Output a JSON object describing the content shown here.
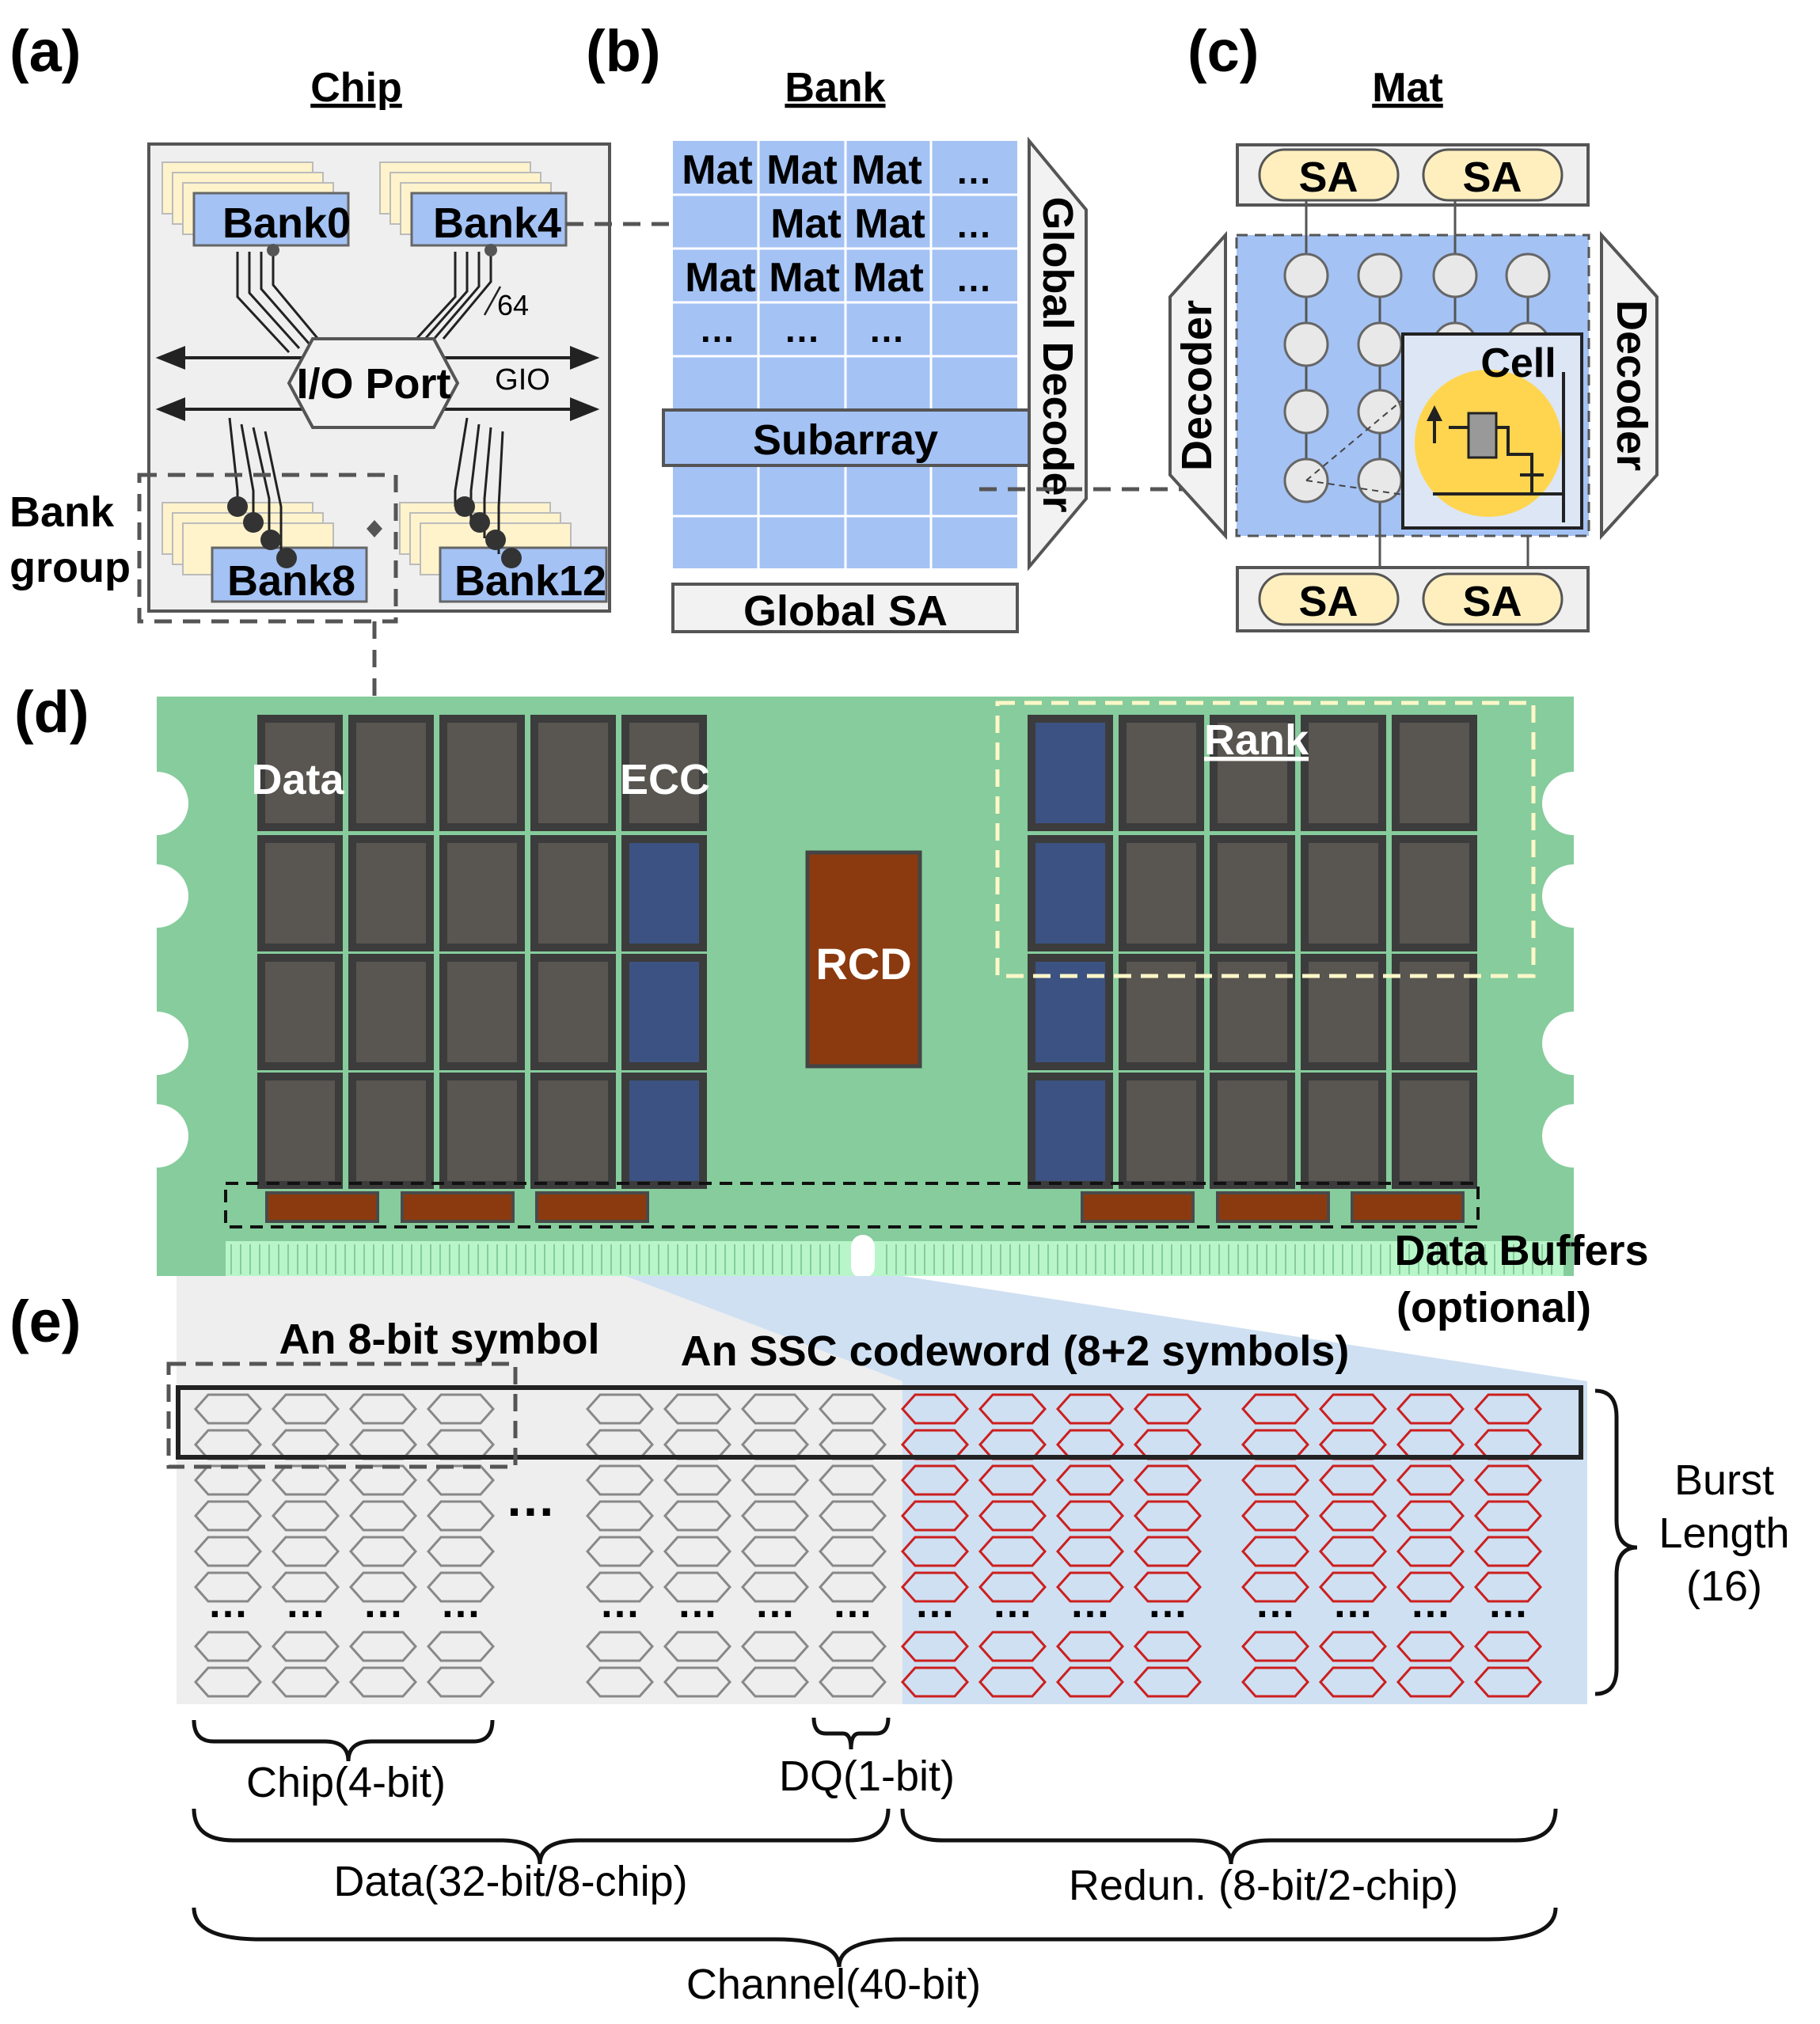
{
  "panels": {
    "a": {
      "letter": "(a)",
      "title": "Chip",
      "banks": [
        "Bank0",
        "Bank4",
        "Bank8",
        "Bank12"
      ],
      "io_port": "I/O Port",
      "width_label": "64",
      "gio": "GIO",
      "bank_group": [
        "Bank",
        "group"
      ]
    },
    "b": {
      "letter": "(b)",
      "title": "Bank",
      "mat_rows": [
        [
          "Mat",
          "Mat",
          "Mat",
          "…"
        ],
        [
          "",
          "Mat",
          "Mat",
          "…"
        ],
        [
          "Mat",
          "Mat",
          "Mat",
          "…"
        ],
        [
          "…",
          "…",
          "…",
          ""
        ]
      ],
      "subarray": "Subarray",
      "global_decoder": "Global Decoder",
      "global_sa": "Global SA"
    },
    "c": {
      "letter": "(c)",
      "title": "Mat",
      "sa": [
        "SA",
        "SA",
        "SA",
        "SA"
      ],
      "decoder_left": "Decoder",
      "decoder_right": "Decoder",
      "cell": "Cell"
    },
    "d": {
      "letter": "(d)",
      "data": "Data",
      "ecc": "ECC",
      "rcd": "RCD",
      "rank": "Rank",
      "data_buffers": [
        "Data Buffers",
        "(optional)"
      ]
    },
    "e": {
      "letter": "(e)",
      "symbol_label": "An 8-bit symbol",
      "codeword_label": "An SSC codeword (8+2 symbols)",
      "ellipsis": "…",
      "dots": "…",
      "burst_length": [
        "Burst",
        "Length",
        "(16)"
      ],
      "chip": "Chip(4-bit)",
      "dq": "DQ(1-bit)",
      "data": "Data(32-bit/8-chip)",
      "redun": "Redun. (8-bit/2-chip)",
      "channel": "Channel(40-bit)"
    }
  },
  "colors": {
    "bank_blue": "#a4c2f4",
    "pcb_green": "#86cc9c",
    "chip_dark": "#595550",
    "ecc_blue": "#3c5282",
    "rcd_brown": "#8b3a0f",
    "sa_fill": "#ffefbf",
    "cell_yellow": "#ffd54f",
    "redun_red": "#cc1f1f",
    "codeword_region": "#cfe0f2"
  }
}
